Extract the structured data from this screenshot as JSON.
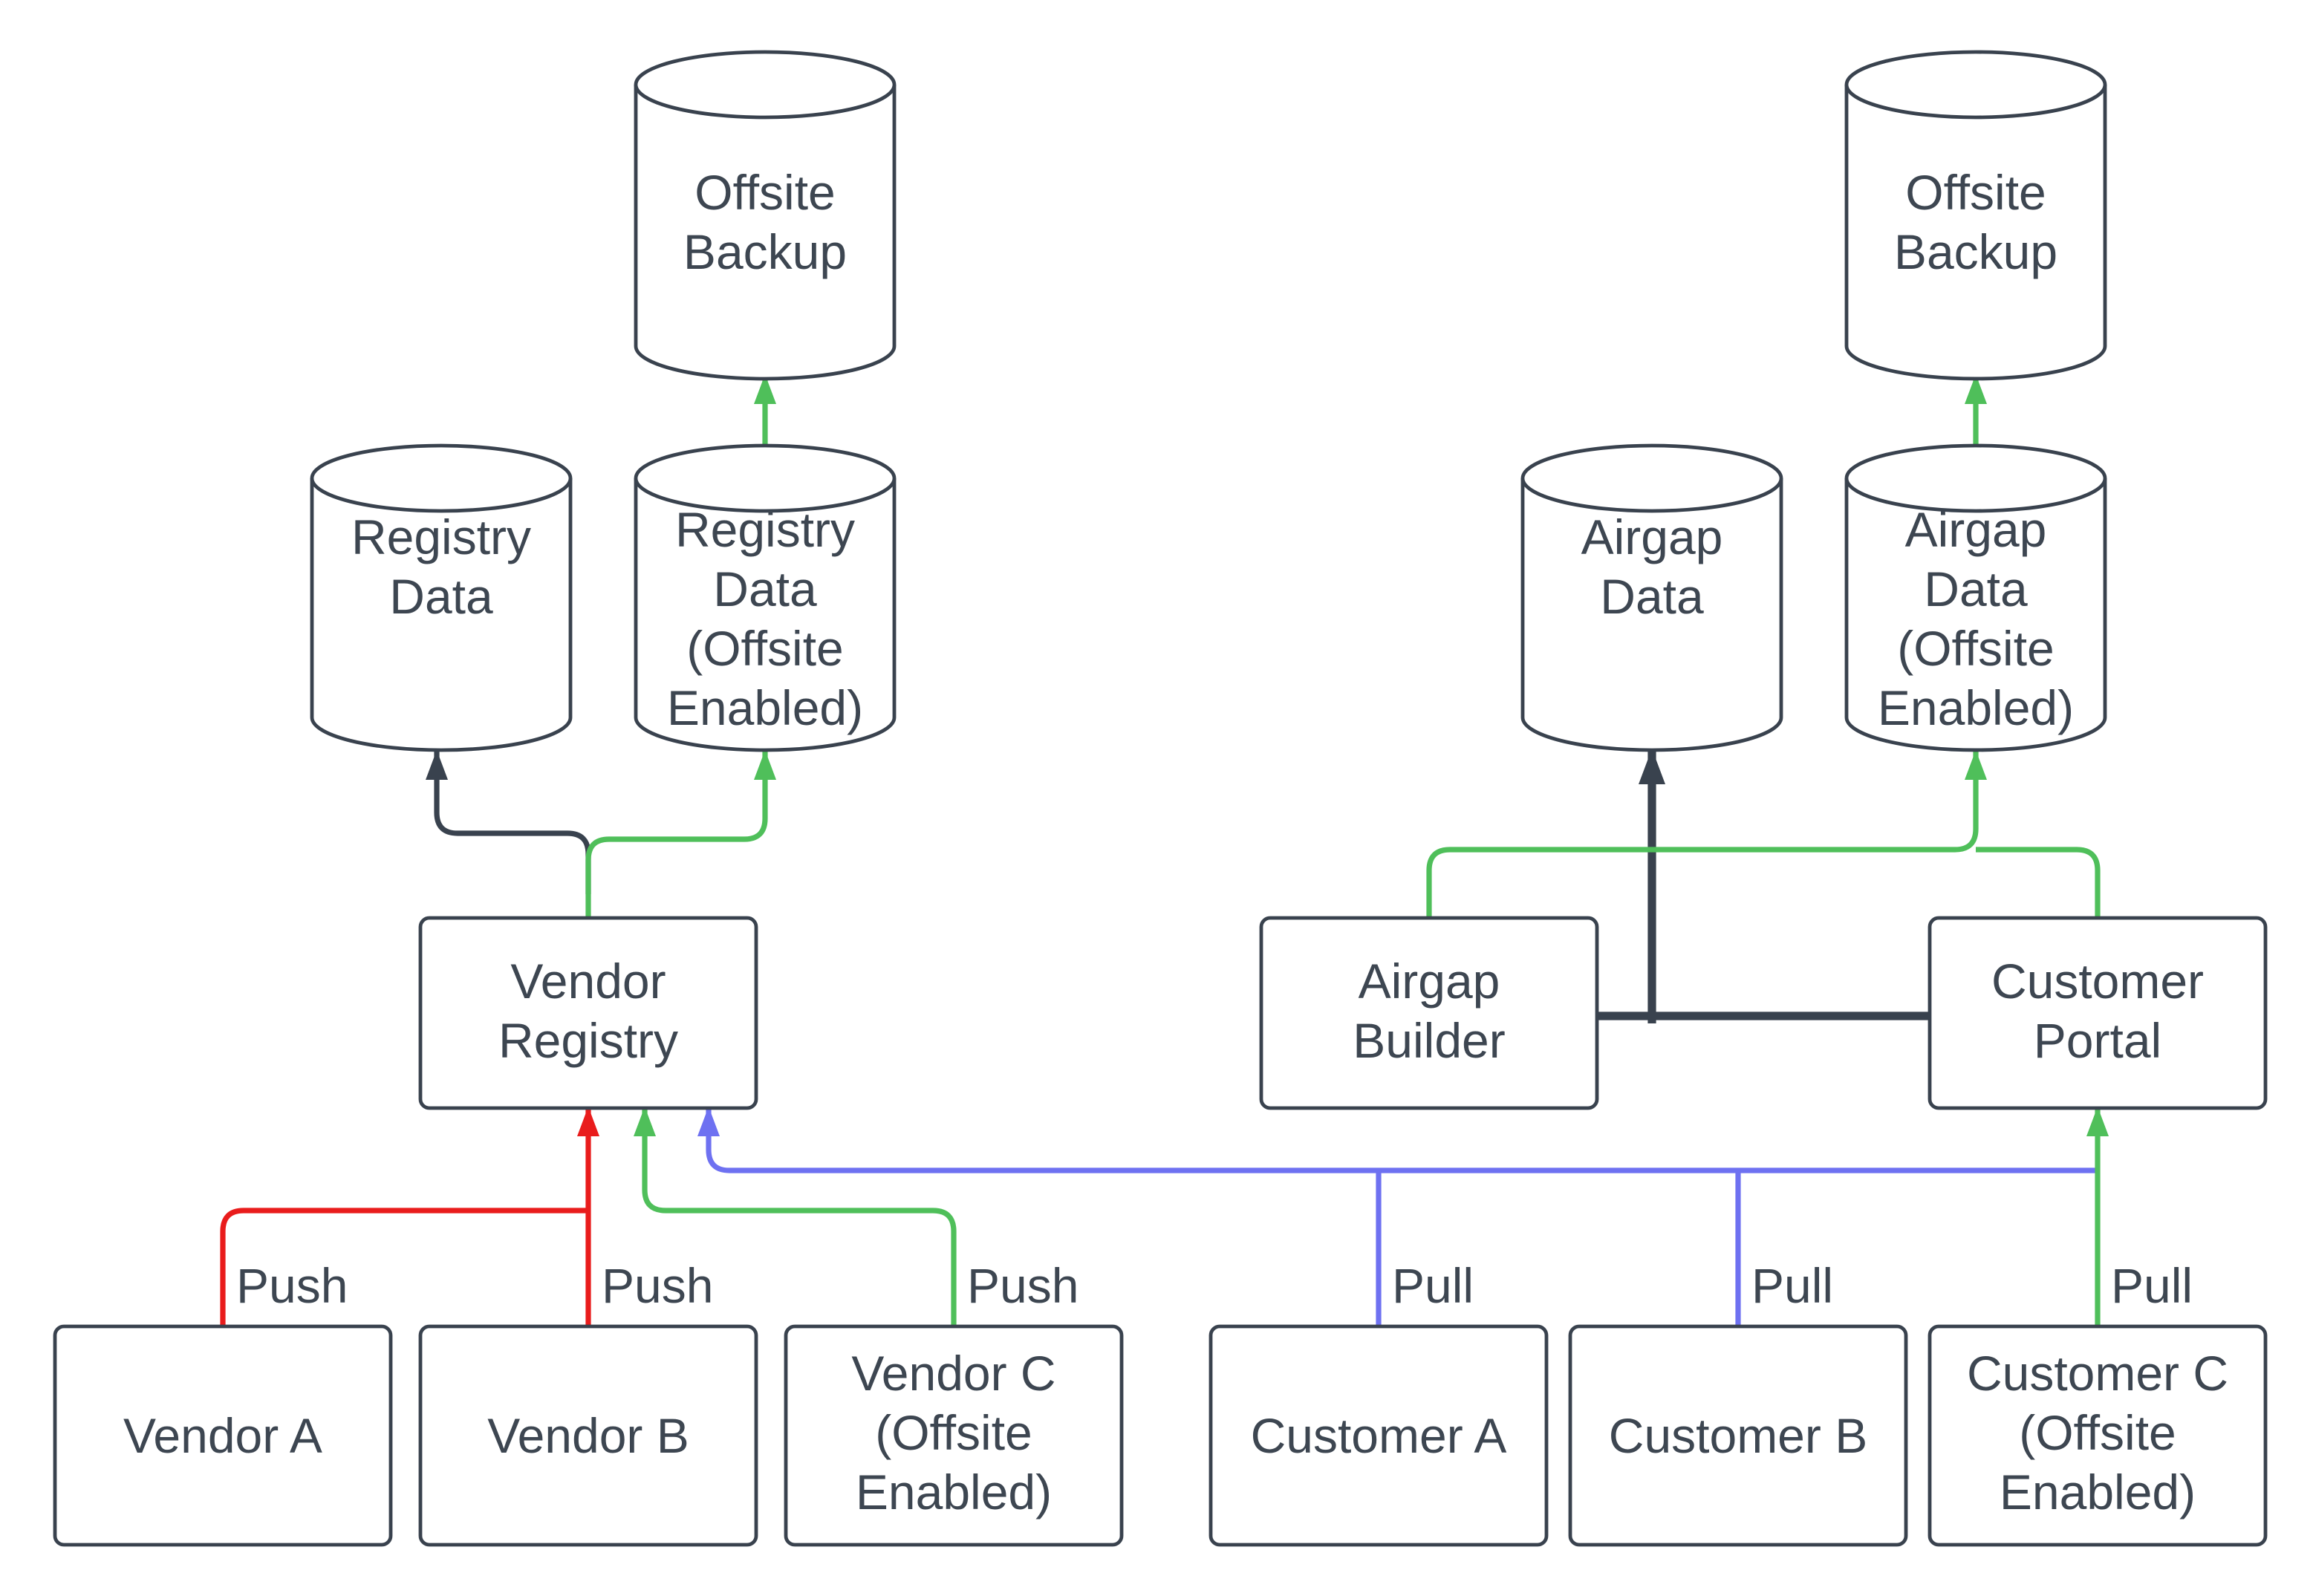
{
  "diagram": {
    "background": "#ffffff",
    "palette": {
      "outline": "#39424e",
      "text": "#3d4651",
      "green": "#4fbf5a",
      "red": "#e91c1c",
      "blue": "#6e71f1",
      "node_fill": "#ffffff"
    },
    "nodes": {
      "offsite_backup_left": {
        "shape": "cylinder",
        "lines": [
          "Offsite",
          "Backup"
        ]
      },
      "registry_data": {
        "shape": "cylinder",
        "lines": [
          "Registry",
          "Data"
        ]
      },
      "registry_data_offsite": {
        "shape": "cylinder",
        "lines": [
          "Registry",
          "Data",
          "(Offsite",
          "Enabled)"
        ]
      },
      "vendor_registry": {
        "shape": "rect",
        "lines": [
          "Vendor",
          "Registry"
        ]
      },
      "vendor_a": {
        "shape": "rect",
        "lines": [
          "Vendor A"
        ]
      },
      "vendor_b": {
        "shape": "rect",
        "lines": [
          "Vendor B"
        ]
      },
      "vendor_c": {
        "shape": "rect",
        "lines": [
          "Vendor C",
          "(Offsite",
          "Enabled)"
        ]
      },
      "offsite_backup_right": {
        "shape": "cylinder",
        "lines": [
          "Offsite",
          "Backup"
        ]
      },
      "airgap_data": {
        "shape": "cylinder",
        "lines": [
          "Airgap",
          "Data"
        ]
      },
      "airgap_data_offsite": {
        "shape": "cylinder",
        "lines": [
          "Airgap",
          "Data",
          "(Offsite",
          "Enabled)"
        ]
      },
      "airgap_builder": {
        "shape": "rect",
        "lines": [
          "Airgap",
          "Builder"
        ]
      },
      "customer_portal": {
        "shape": "rect",
        "lines": [
          "Customer",
          "Portal"
        ]
      },
      "customer_a": {
        "shape": "rect",
        "lines": [
          "Customer A"
        ]
      },
      "customer_b": {
        "shape": "rect",
        "lines": [
          "Customer B"
        ]
      },
      "customer_c": {
        "shape": "rect",
        "lines": [
          "Customer C",
          "(Offsite",
          "Enabled)"
        ]
      }
    },
    "edges": [
      {
        "from": "vendor_a",
        "to": "vendor_registry",
        "label": "Push",
        "color": "red"
      },
      {
        "from": "vendor_b",
        "to": "vendor_registry",
        "label": "Push",
        "color": "red"
      },
      {
        "from": "vendor_c",
        "to": "vendor_registry",
        "label": "Push",
        "color": "green"
      },
      {
        "from": "customer_a",
        "to": "vendor_registry",
        "label": "Pull",
        "color": "blue"
      },
      {
        "from": "customer_b",
        "to": "vendor_registry",
        "label": "Pull",
        "color": "blue"
      },
      {
        "from": "customer_c",
        "to": "customer_portal",
        "label": "Pull",
        "color": "green"
      },
      {
        "from": "vendor_registry",
        "to": "registry_data",
        "label": "",
        "color": "dark"
      },
      {
        "from": "vendor_registry",
        "to": "registry_data_offsite",
        "label": "",
        "color": "green"
      },
      {
        "from": "registry_data_offsite",
        "to": "offsite_backup_left",
        "label": "",
        "color": "green"
      },
      {
        "from": "airgap_builder",
        "to": "customer_portal",
        "label": "",
        "color": "dark"
      },
      {
        "from": "airgap_builder",
        "to": "airgap_data",
        "label": "",
        "color": "dark"
      },
      {
        "from": "airgap_builder",
        "to": "airgap_data_offsite",
        "label": "",
        "color": "green"
      },
      {
        "from": "customer_portal",
        "to": "airgap_data_offsite",
        "label": "",
        "color": "green"
      },
      {
        "from": "airgap_data_offsite",
        "to": "offsite_backup_right",
        "label": "",
        "color": "green"
      }
    ]
  }
}
